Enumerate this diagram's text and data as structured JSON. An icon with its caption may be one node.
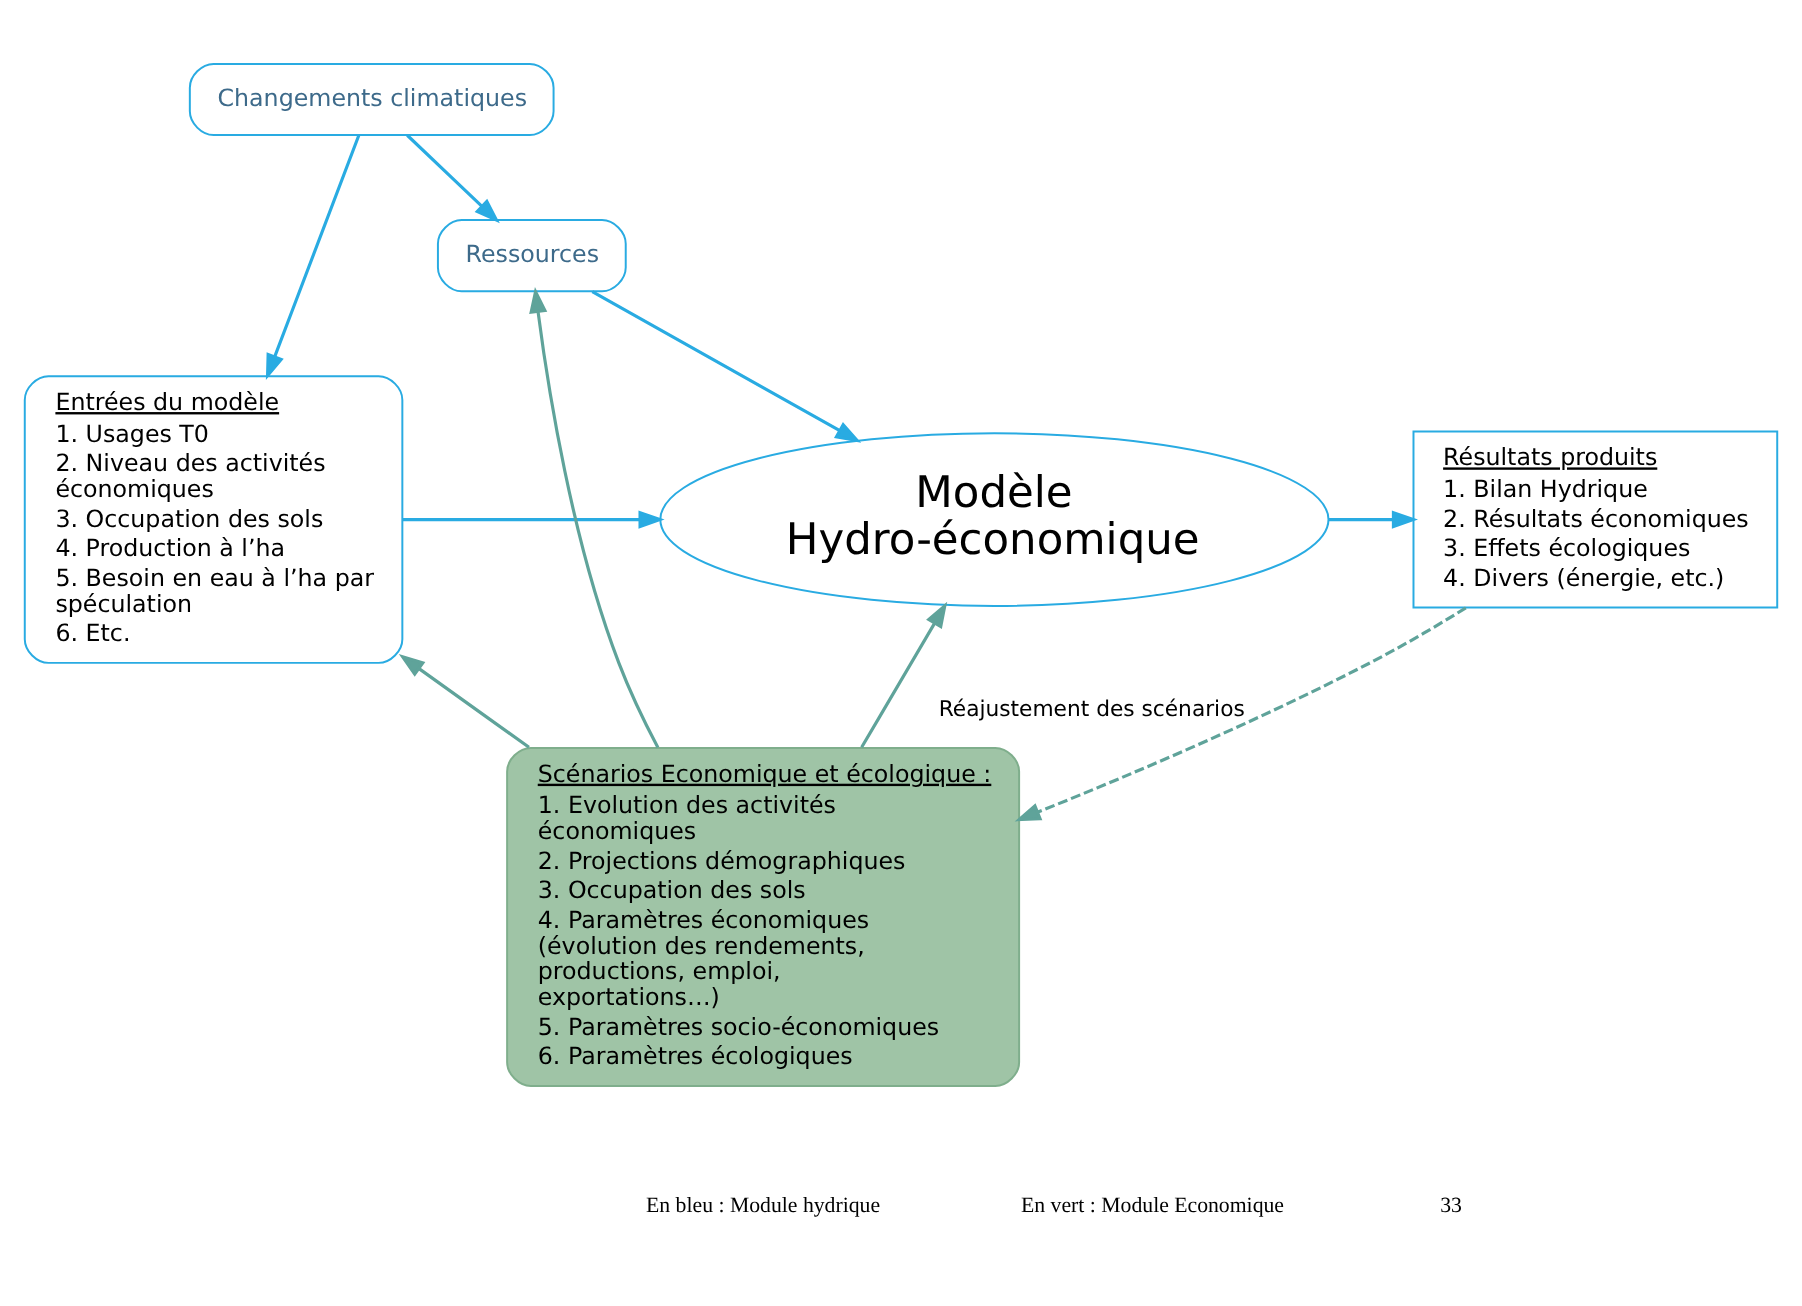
{
  "diagram": {
    "nodes": [
      {
        "text": [
          "Changements climatiques"
        ]
      },
      {
        "text": [
          "Ressources"
        ]
      },
      {
        "text": [
          "Entrées du modèle",
          "1. Usages T0",
          "2. Niveau des activités économiques",
          "3. Occupation des sols",
          "4. Production à l’ha",
          "5. Besoin en eau à l’ha par spéculation",
          "6. Etc."
        ]
      },
      {
        "text": [
          "Modèle Hydro-économique"
        ]
      },
      {
        "text": [
          "Résultats produits",
          "1. Bilan Hydrique",
          "2. Résultats économiques",
          "3. Effets écologiques",
          "4. Divers (énergie, etc.)"
        ]
      },
      {
        "text": [
          "Scénarios Economique et écologique :",
          "1. Evolution des activités économiques",
          "2. Projections démographiques",
          "3. Occupation des sols",
          "4. Paramètres économiques (évolution des rendements, productions, emploi, exportations…)",
          "5. Paramètres socio-économiques",
          "6. Paramètres écologiques"
        ]
      }
    ],
    "edges": [
      {
        "from": 0,
        "to": 1,
        "arrow": "to"
      },
      {
        "from": 0,
        "to": 2,
        "arrow": "to"
      },
      {
        "from": 1,
        "to": 3,
        "arrow": "to"
      },
      {
        "from": 2,
        "to": 3,
        "arrow": "to"
      },
      {
        "from": 3,
        "to": 4,
        "arrow": "to"
      },
      {
        "from": 5,
        "to": 3,
        "arrow": "to",
        "color": "#5fa39a"
      },
      {
        "from": 5,
        "to": 2,
        "arrow": "to",
        "color": "#5fa39a"
      },
      {
        "from": 5,
        "to": 1,
        "arrow": "to",
        "color": "#5fa39a"
      },
      {
        "from": 4,
        "to": 5,
        "arrow": "to",
        "style": "dashed",
        "color": "#5fa39a",
        "label": "Réajustement des scénarios"
      }
    ],
    "labels": [
      "En bleu : Module hydrique",
      "En vert : Module Economique",
      "33"
    ]
  }
}
